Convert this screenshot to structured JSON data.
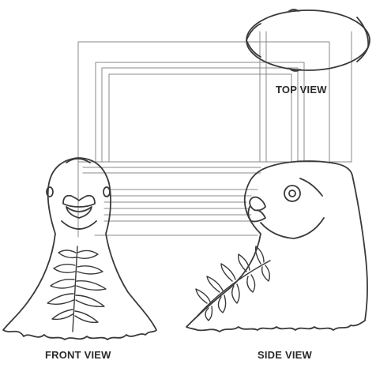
{
  "labels": {
    "top_view": "TOP VIEW",
    "front_view": "FRONT VIEW",
    "side_view": "SIDE VIEW"
  },
  "colors": {
    "line": "#3a3a3a",
    "guide": "#8a8a8a",
    "background": "#ffffff"
  }
}
